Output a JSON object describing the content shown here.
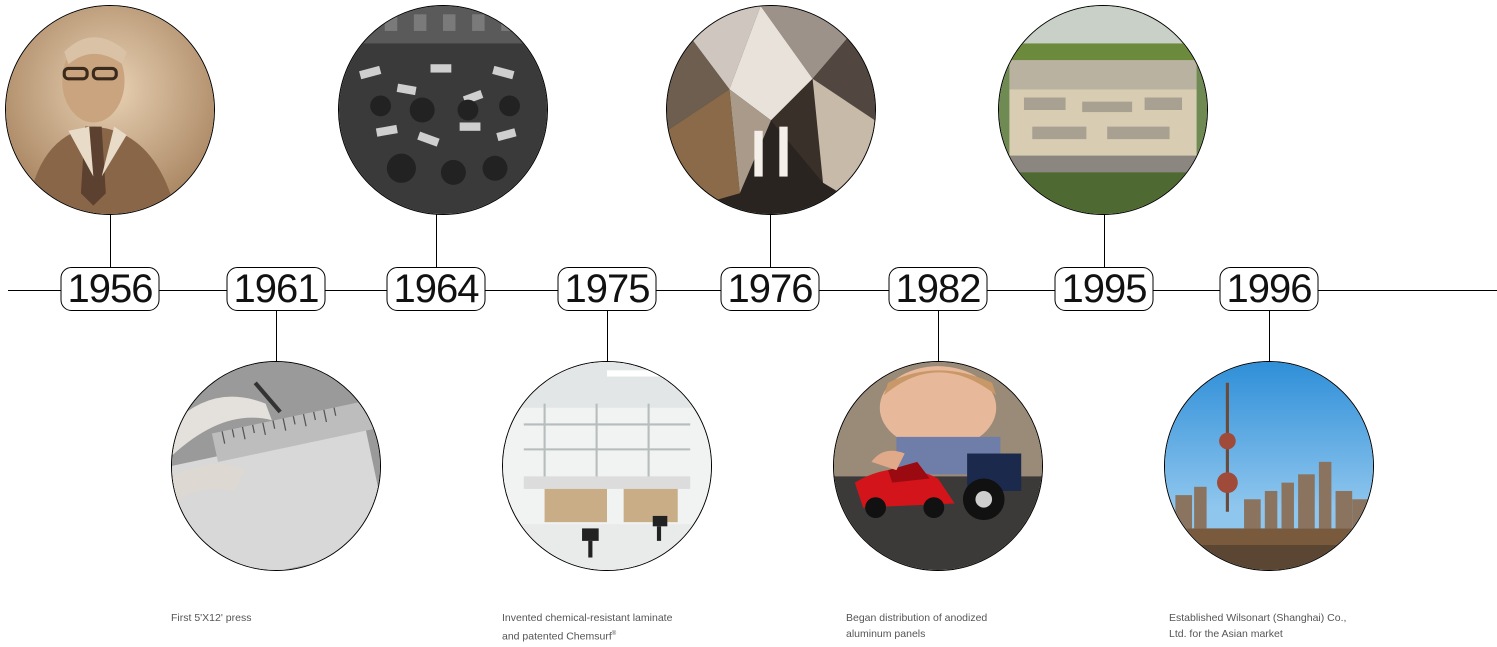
{
  "timeline": {
    "events": [
      {
        "year": "1956",
        "image": "founder-portrait",
        "placement": "above",
        "caption_lines": []
      },
      {
        "year": "1961",
        "image": "hand-with-ruler-and-pencil",
        "placement": "below",
        "caption_lines": [
          "First 5'X12' press"
        ]
      },
      {
        "year": "1964",
        "image": "stock-exchange-trading-floor",
        "placement": "above",
        "caption_lines": []
      },
      {
        "year": "1975",
        "image": "laboratory-interior",
        "placement": "below",
        "caption_lines": [
          "Invented chemical-resistant laminate",
          "and patented Chemsurf®"
        ]
      },
      {
        "year": "1976",
        "image": "metallic-geometric-ceiling",
        "placement": "above",
        "caption_lines": []
      },
      {
        "year": "1982",
        "image": "child-with-toy-cars",
        "placement": "below",
        "caption_lines": [
          "Began distribution of anodized",
          "aluminum panels"
        ]
      },
      {
        "year": "1995",
        "image": "aerial-factory-complex",
        "placement": "above",
        "caption_lines": []
      },
      {
        "year": "1996",
        "image": "shanghai-skyline",
        "placement": "below",
        "caption_lines": [
          "Established Wilsonart (Shanghai) Co.,",
          "Ltd. for the Asian market"
        ]
      }
    ]
  }
}
